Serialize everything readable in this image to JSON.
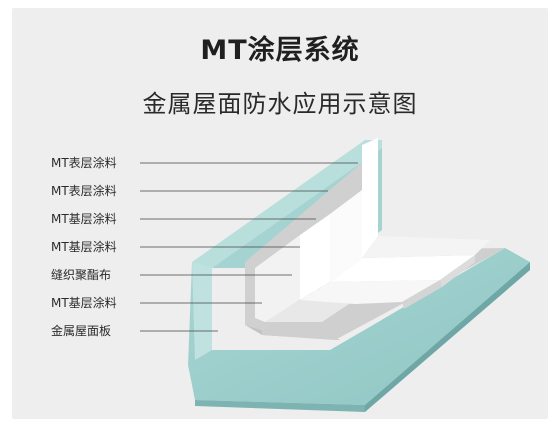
{
  "title": "MT涂层系统",
  "subtitle": "金属屋面防水应用示意图",
  "layers": [
    "MT表层涂料",
    "MT表层涂料",
    "MT基层涂料",
    "MT基层涂料",
    "缝织聚酯布",
    "MT基层涂料",
    "金属屋面板"
  ],
  "colors": {
    "background": "#eeeeee",
    "metal_panel_top": "#9fcfcd",
    "metal_panel_side": "#7bb6b4",
    "coating_white": "#ffffff",
    "coating_grey": "#d6d6d6",
    "fabric_mesh": "#8a8a8a",
    "leader_line": "#444444"
  }
}
